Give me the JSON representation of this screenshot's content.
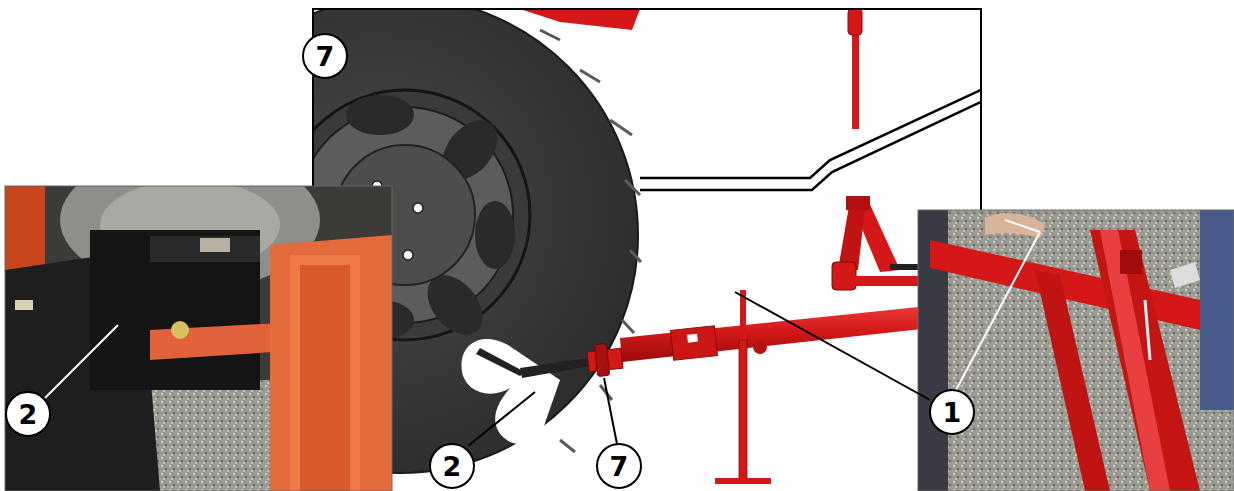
{
  "diagram": {
    "nodes": [
      {
        "text": [
          "7"
        ]
      },
      {
        "text": [
          "1"
        ]
      },
      {
        "text": [
          "2"
        ]
      },
      {
        "text": [
          "2"
        ]
      },
      {
        "text": [
          "7"
        ]
      }
    ]
  }
}
